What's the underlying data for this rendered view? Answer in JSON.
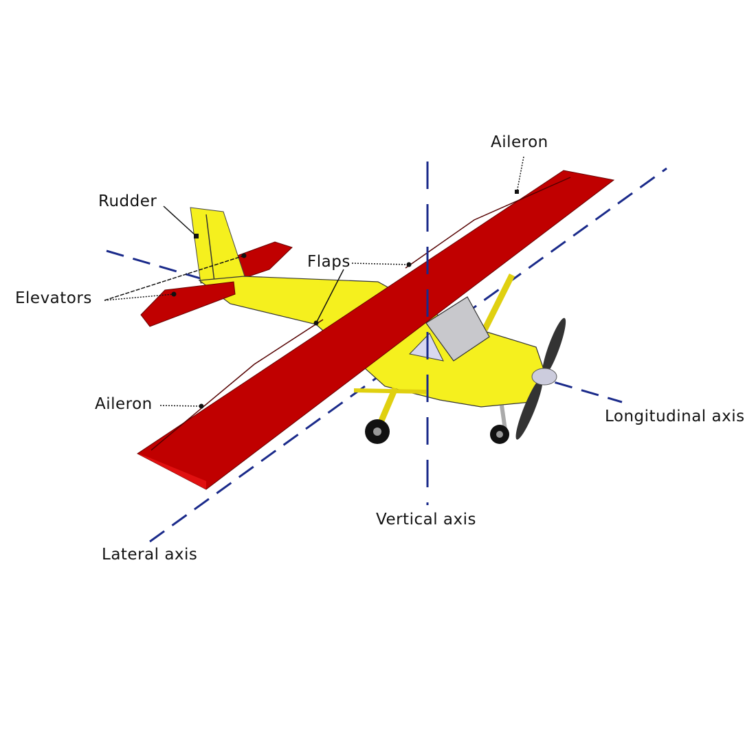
{
  "labels": {
    "aileron_right": "Aileron",
    "rudder": "Rudder",
    "flaps": "Flaps",
    "elevators": "Elevators",
    "aileron_left": "Aileron",
    "longitudinal_axis": "Longitudinal axis",
    "vertical_axis": "Vertical axis",
    "lateral_axis": "Lateral axis"
  },
  "colors": {
    "wing": "#c00000",
    "fuselage": "#f5f01e",
    "axis": "#1a2a8a",
    "canopy": "#c8c8cc"
  }
}
